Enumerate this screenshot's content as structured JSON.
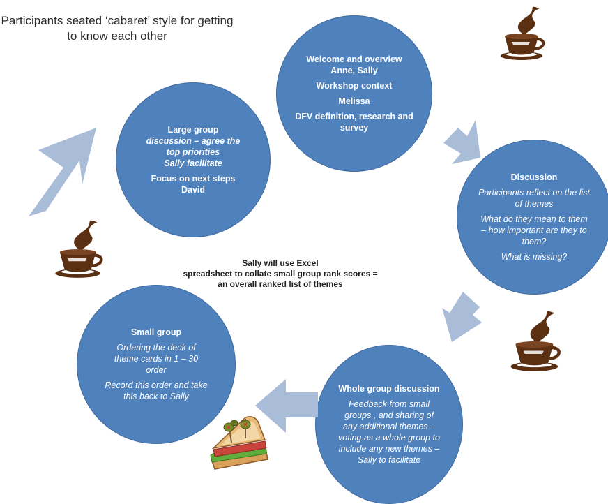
{
  "title": "Participants seated ‘cabaret’ style for getting to know each other",
  "center_note": {
    "line1": "Sally will use Excel",
    "line2": "spreadsheet to collate small group rank scores =",
    "line3": "an overall ranked list of themes"
  },
  "steps": {
    "welcome": {
      "heading": "Welcome and overview",
      "line2": "Anne, Sally",
      "line3": "Workshop context",
      "line4": "Melissa",
      "line5": "DFV definition, research and survey"
    },
    "discussion": {
      "heading": "Discussion",
      "p1": "Participants reflect on the list of themes",
      "p2": "What do they mean to them – how important are they to them?",
      "p3": "What is missing?"
    },
    "whole_group": {
      "heading": "Whole group discussion",
      "body": "Feedback from small groups , and sharing of any additional themes – voting as a whole group to include any new themes – Sally to facilitate"
    },
    "small_group": {
      "heading": "Small group",
      "p1": "Ordering the deck of theme cards in 1 – 30 order",
      "p2": "Record this order and take this back to Sally"
    },
    "large_group": {
      "heading": "Large group",
      "p1": "discussion – agree the top priorities",
      "p2": "Sally facilitate",
      "p3": "Focus on next steps",
      "p4": "David"
    }
  },
  "icons": [
    "coffee-cup-icon",
    "coffee-cup-icon",
    "coffee-cup-icon",
    "sandwich-icon"
  ],
  "colors": {
    "circle": "#4f81bd",
    "arrow": "#a9bcd8",
    "coffee": "#5a2f12"
  }
}
